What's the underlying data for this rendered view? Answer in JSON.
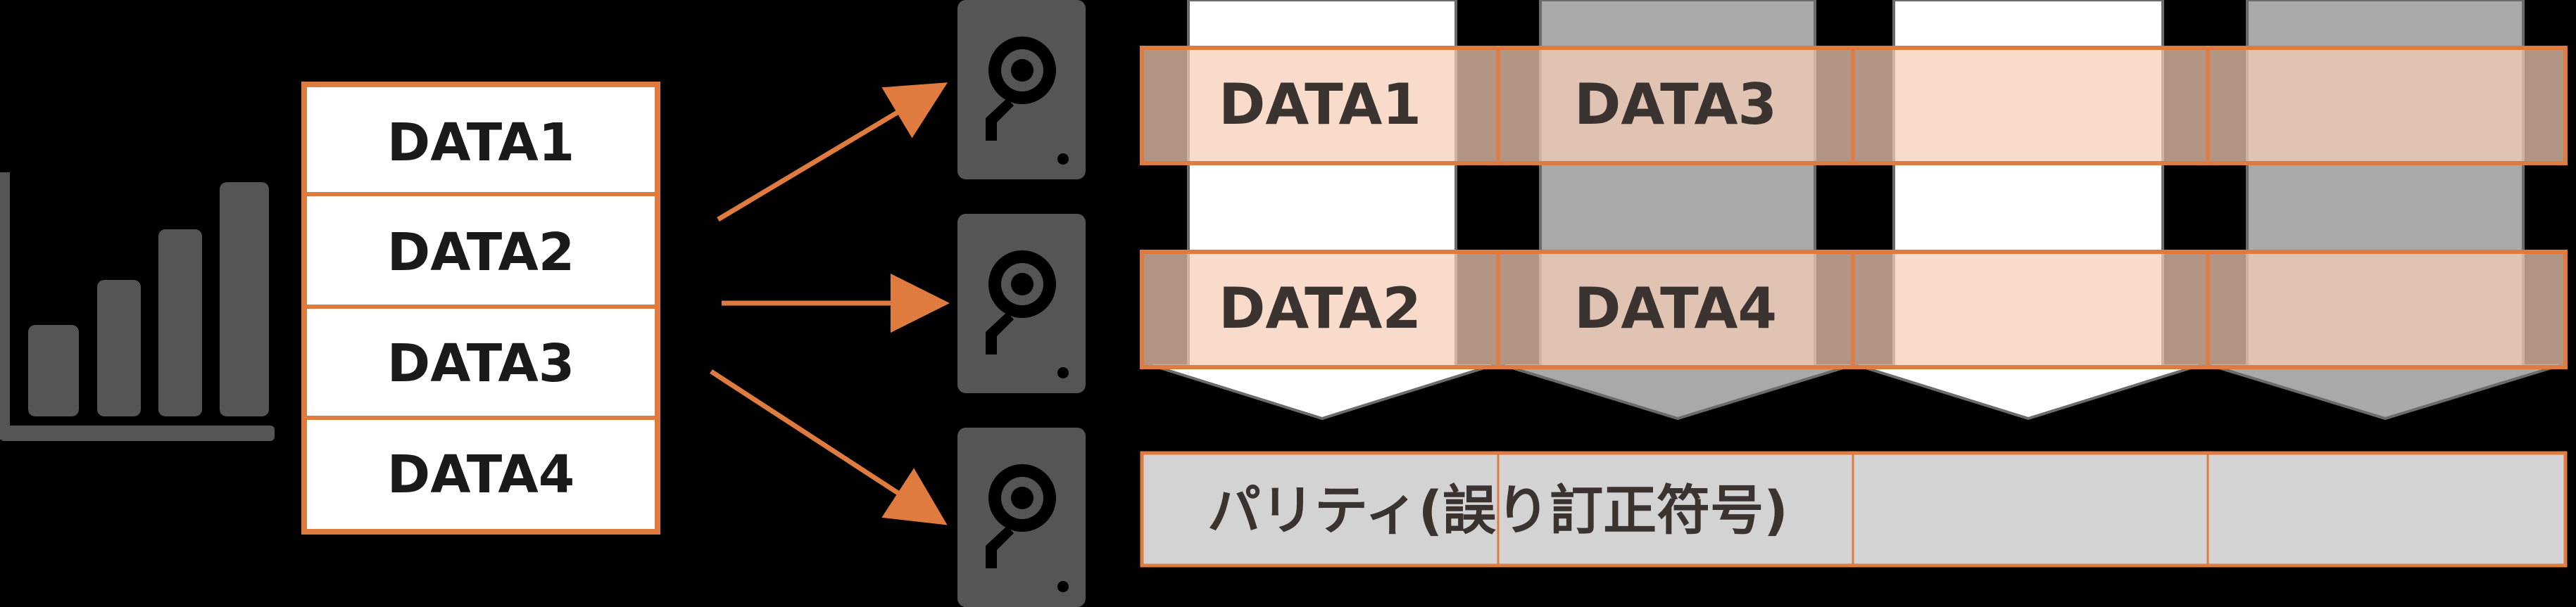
{
  "colors": {
    "accent": "#e07b3f",
    "stripe_fill": "#f7cdb8",
    "disk_body": "#555555",
    "column_gray": "#a9a9a9",
    "column_white": "#ffffff",
    "parity_fill": "#d3d3d3"
  },
  "source_data": {
    "items": [
      "DATA1",
      "DATA2",
      "DATA3",
      "DATA4"
    ]
  },
  "icons": {
    "chart": "bar-chart-icon",
    "disk": "hard-disk-icon"
  },
  "stripes": {
    "row1": [
      "DATA1",
      "DATA3"
    ],
    "row2": [
      "DATA2",
      "DATA4"
    ]
  },
  "parity": {
    "label": "パリティ(誤り訂正符号)"
  }
}
